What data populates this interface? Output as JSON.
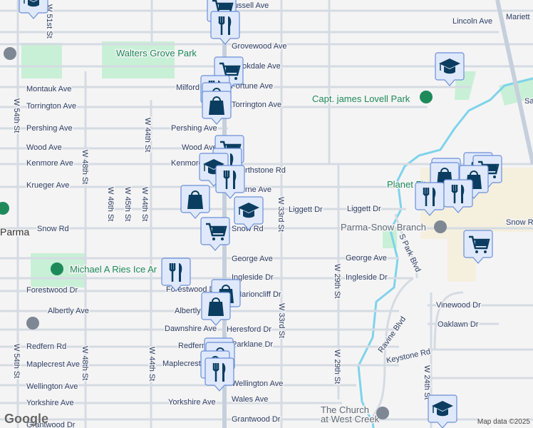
{
  "map": {
    "city": "Parma",
    "streets_h": [
      "Russell Ave",
      "Lincoln Ave",
      "Mariett",
      "Grovewood Ave",
      "Brookdale Ave",
      "Montauk Ave",
      "Milford",
      "Fortune Ave",
      "Torrington Ave",
      "Torrington Ave",
      "Pershing Ave",
      "Pershing Ave",
      "Wood Ave",
      "Wood Ave",
      "Kenmore Ave",
      "Kenmore",
      "Northstone Rd",
      "Krueger Ave",
      "Lucerne Ave",
      "Liggett Dr",
      "Liggett Dr",
      "Snow Rd",
      "Snow Rd",
      "Snow R",
      "George Ave",
      "George Ave",
      "Ingleside Dr",
      "Ingleside Dr",
      "Forestwood Dr",
      "Forestwood Dr",
      "Marioncliff Dr",
      "Albertly Ave",
      "Albertly",
      "Dawnshire Ave",
      "Heresford Dr",
      "Redfern Rd",
      "Redfern",
      "Parklane Dr",
      "Maplecrest Ave",
      "Maplecrest",
      "Wellington Ave",
      "Wellington Ave",
      "Yorkshire Ave",
      "Yorkshire Ave",
      "Wales Ave",
      "Grantwood Dr",
      "Grantwood Dr",
      "Vinewood Dr",
      "Oaklawn Dr",
      "Keystone Rd",
      "Ravine Blvd",
      "S Park Blvd",
      "Sa"
    ],
    "streets_v": [
      "W 51st St",
      "W 54th St",
      "W 54th St",
      "W 48th St",
      "W 48th St",
      "W 46th St",
      "W 45th St",
      "W 44th St",
      "W 44th St",
      "W 44th St",
      "W 33rd St",
      "W 33rd St",
      "W 29th St",
      "W 29th St",
      "W 24th St"
    ],
    "pois": [
      "Walters Grove Park",
      "Capt. james Lovell Park",
      "Planet Fit",
      "Parma-Snow Branch",
      "Michael A Ries Ice Ar",
      "The Church",
      "at West Creek"
    ],
    "markers": [
      "cart",
      "restaurant",
      "cart",
      "restaurant",
      "shopping",
      "shopping",
      "cart",
      "restaurant",
      "school",
      "restaurant",
      "shopping",
      "school",
      "cart",
      "restaurant",
      "shopping",
      "shopping",
      "restaurant",
      "shopping",
      "shopping",
      "restaurant",
      "school",
      "school",
      "restaurant",
      "shopping",
      "shopping",
      "cart",
      "shopping",
      "restaurant",
      "restaurant",
      "cart",
      "school"
    ],
    "attribution": "Map data ©2025",
    "logo": "Google",
    "colors": {
      "marker_bg": "#dfe9fb",
      "marker_border": "#6b8fd8",
      "icon": "#0b3d60",
      "park": "#c8f0d6",
      "water": "#7fd3ea",
      "commercial": "#f5efde"
    }
  }
}
